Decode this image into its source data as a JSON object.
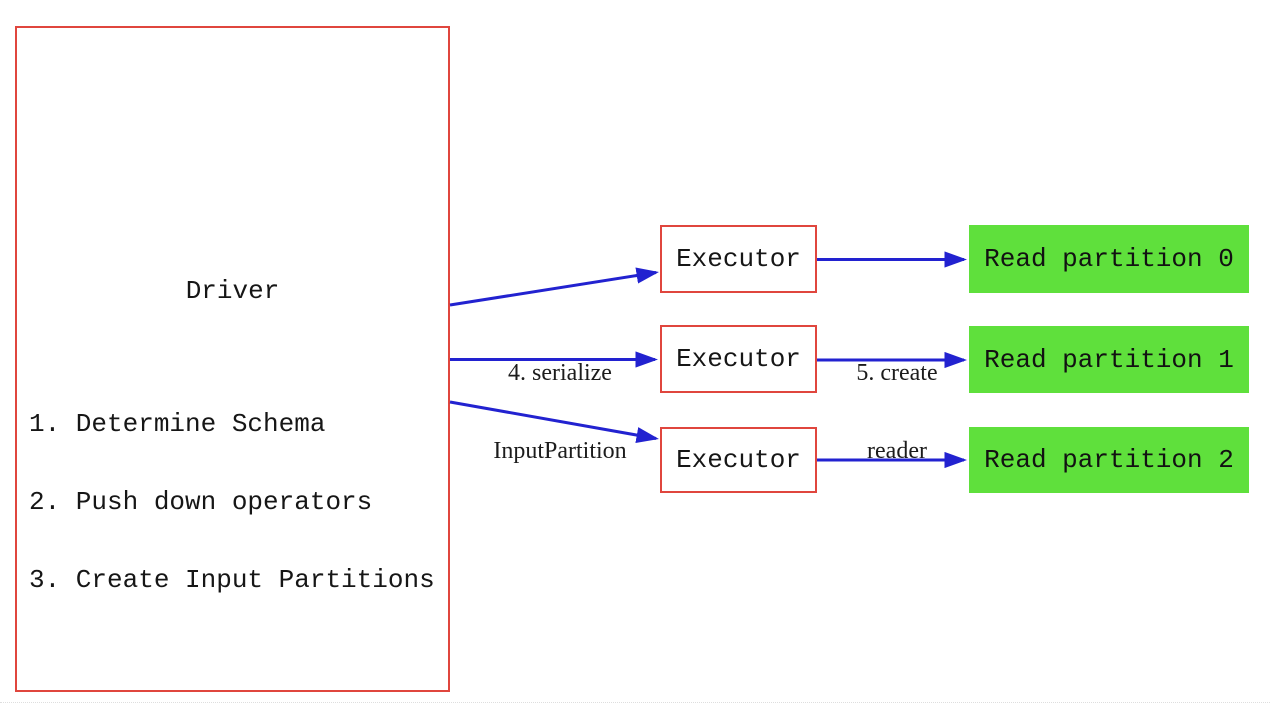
{
  "diagram": {
    "driver": {
      "title": "Driver",
      "steps": [
        "1. Determine Schema",
        "2. Push down operators",
        "3. Create Input Partitions"
      ]
    },
    "executors": [
      {
        "label": "Executor"
      },
      {
        "label": "Executor"
      },
      {
        "label": "Executor"
      }
    ],
    "partitions": [
      {
        "label": "Read partition 0"
      },
      {
        "label": "Read partition 1"
      },
      {
        "label": "Read partition 2"
      }
    ],
    "edge_labels": {
      "serialize": {
        "line1": "4. serialize",
        "line2": "InputPartition"
      },
      "create_reader": {
        "line1": "5. create",
        "line2": "reader"
      }
    },
    "colors": {
      "box_border_red": "#e0463e",
      "arrow_blue": "#2222d0",
      "partition_green": "#5fe03c",
      "text_black": "#161616",
      "background": "#ffffff"
    }
  }
}
